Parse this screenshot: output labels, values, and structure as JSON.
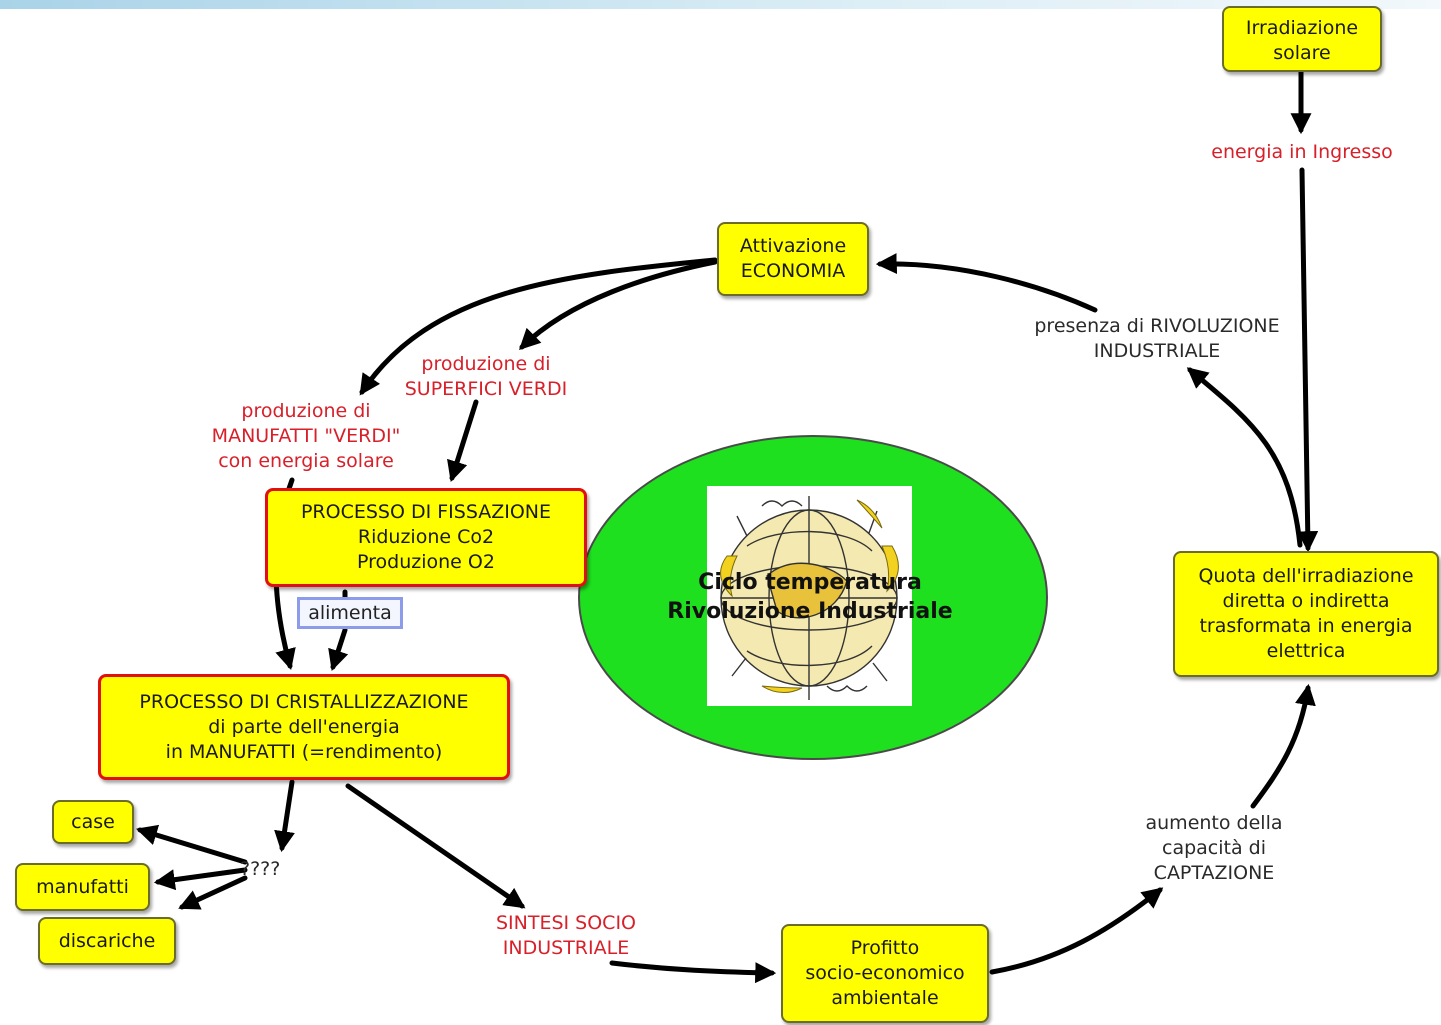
{
  "nodes": {
    "irradiazione": "Irradiazione\nsolare",
    "attivazione": "Attivazione\nECONOMIA",
    "fissazione": "PROCESSO DI FISSAZIONE\nRiduzione Co2\nProduzione O2",
    "cristallizzazione": "PROCESSO DI CRISTALLIZZAZIONE\ndi parte dell'energia\nin MANUFATTI (=rendimento)",
    "quota": "Quota dell'irradiazione\ndiretta o indiretta\ntrasformata in energia\nelettrica",
    "profitto": "Profitto\nsocio-economico\nambientale",
    "case": "case",
    "manufatti": "manufatti",
    "discariche": "discariche"
  },
  "central": {
    "title": "Ciclo temperatura\nRivoluzione Industriale",
    "image_icon": "globe-illustration"
  },
  "links": {
    "energia_ingresso": "energia in Ingresso",
    "rivoluzione": "presenza di RIVOLUZIONE\nINDUSTRIALE",
    "superfici_verdi": "produzione di\nSUPERFICI VERDI",
    "manufatti_verdi": "produzione di\nMANUFATTI \"VERDI\"\ncon energia solare",
    "alimenta": "alimenta",
    "question": "????",
    "sintesi": "SINTESI SOCIO\nINDUSTRIALE",
    "captazione": "aumento della\ncapacità di\nCAPTAZIONE"
  },
  "colors": {
    "node_fill": "#ffff00",
    "node_border": "#6b6b2a",
    "highlight_border": "#e01010",
    "link_red": "#d8202a",
    "center_fill": "#1fe01f",
    "arrow": "#000000"
  }
}
